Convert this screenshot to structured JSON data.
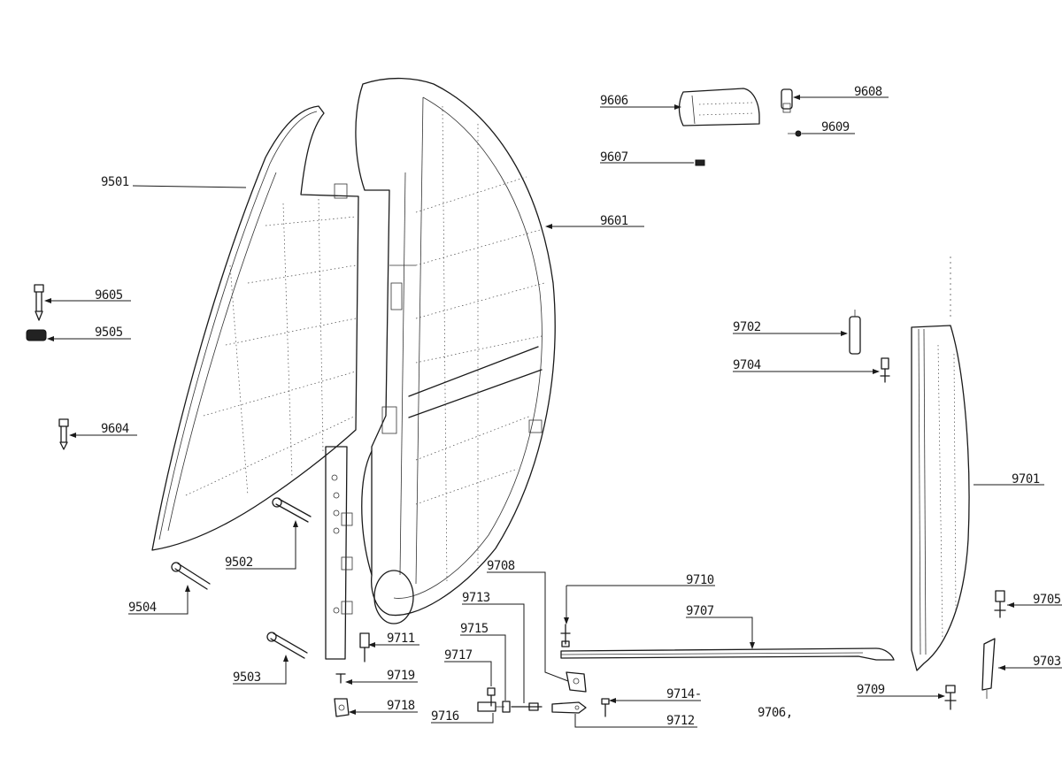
{
  "labels": [
    {
      "id": "9501",
      "text": "9501"
    },
    {
      "id": "9502",
      "text": "9502"
    },
    {
      "id": "9503",
      "text": "9503"
    },
    {
      "id": "9504",
      "text": "9504"
    },
    {
      "id": "9505",
      "text": "9505"
    },
    {
      "id": "9601",
      "text": "9601"
    },
    {
      "id": "9604",
      "text": "9604"
    },
    {
      "id": "9605",
      "text": "9605"
    },
    {
      "id": "9606",
      "text": "9606"
    },
    {
      "id": "9607",
      "text": "9607"
    },
    {
      "id": "9608",
      "text": "9608"
    },
    {
      "id": "9609",
      "text": "9609"
    },
    {
      "id": "9701",
      "text": "9701"
    },
    {
      "id": "9702",
      "text": "9702"
    },
    {
      "id": "9703",
      "text": "9703"
    },
    {
      "id": "9704",
      "text": "9704"
    },
    {
      "id": "9705",
      "text": "9705"
    },
    {
      "id": "9706",
      "text": "9706,"
    },
    {
      "id": "9707",
      "text": "9707"
    },
    {
      "id": "9708",
      "text": "9708"
    },
    {
      "id": "9709",
      "text": "9709"
    },
    {
      "id": "9710",
      "text": "9710"
    },
    {
      "id": "9711",
      "text": "9711"
    },
    {
      "id": "9712",
      "text": "9712"
    },
    {
      "id": "9713",
      "text": "9713"
    },
    {
      "id": "9714",
      "text": "9714-"
    },
    {
      "id": "9715",
      "text": "9715"
    },
    {
      "id": "9716",
      "text": "9716"
    },
    {
      "id": "9717",
      "text": "9717"
    },
    {
      "id": "9718",
      "text": "9718"
    },
    {
      "id": "9719",
      "text": "9719"
    }
  ]
}
